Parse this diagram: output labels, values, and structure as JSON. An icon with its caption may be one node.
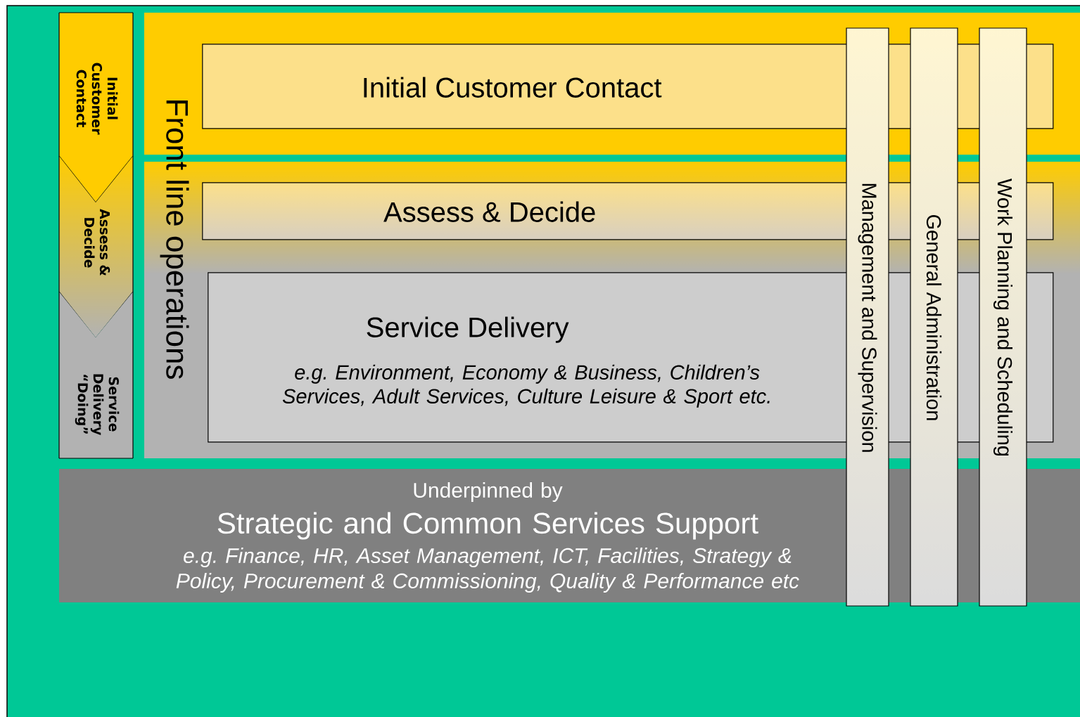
{
  "diagram": {
    "nodes": [
      {
        "text": [
          "Initial Customer Contact"
        ]
      },
      {
        "text": [
          "Assess & Decide"
        ]
      },
      {
        "text": [
          "Service Delivery “Doing”"
        ]
      },
      {
        "text": [
          "Front line operations"
        ]
      },
      {
        "text": [
          "Initial Customer Contact"
        ],
        "in": 3
      },
      {
        "text": [
          "Assess & Decide"
        ],
        "in": 3
      },
      {
        "text": [
          "Service Delivery",
          "e.g. Environment, Economy & Business, Children’s Services, Adult Services, Culture Leisure & Sport etc."
        ],
        "in": 3
      },
      {
        "text": [
          "Underpinned by",
          "Strategic and Common Services Support",
          "e.g. Finance, HR, Asset Management, ICT, Facilities, Strategy & Policy, Procurement & Commissioning, Quality & Performance etc"
        ]
      },
      {
        "text": [
          "Management and Supervision"
        ]
      },
      {
        "text": [
          "General Administration"
        ]
      },
      {
        "text": [
          "Work Planning and Scheduling"
        ]
      }
    ]
  }
}
